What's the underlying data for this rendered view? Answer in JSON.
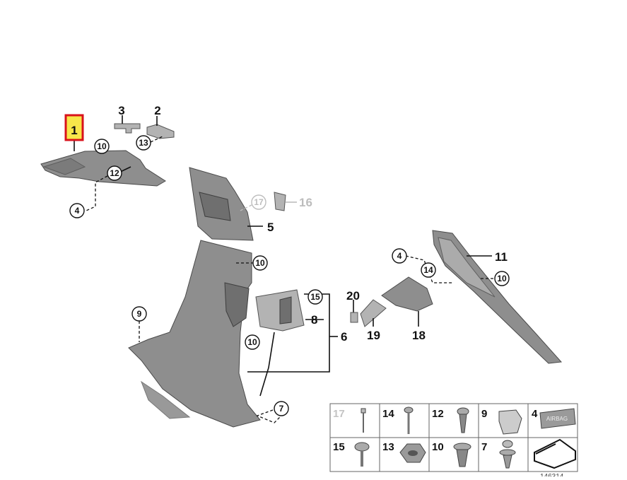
{
  "callouts": {
    "c1": "1",
    "c2": "2",
    "c3": "3",
    "c4a": "4",
    "c4b": "4",
    "c5": "5",
    "c6": "6",
    "c7": "7",
    "c8": "8",
    "c9": "9",
    "c10a": "10",
    "c10b": "10",
    "c10c": "10",
    "c10d": "10",
    "c11": "11",
    "c12": "12",
    "c13": "13",
    "c14": "14",
    "c15": "15",
    "c16": "16",
    "c17": "17",
    "c18": "18",
    "c19": "19",
    "c20": "20"
  },
  "highlight_color": "#d8121b",
  "highlight_fill": "#f7e64a",
  "fasteners_table": {
    "row1": [
      "17",
      "14",
      "12",
      "9",
      "4"
    ],
    "row2": [
      "15",
      "13",
      "10",
      "7",
      ""
    ],
    "grey_cell": "17",
    "badge_text": "AIRBAG"
  },
  "doc_id": "146314"
}
